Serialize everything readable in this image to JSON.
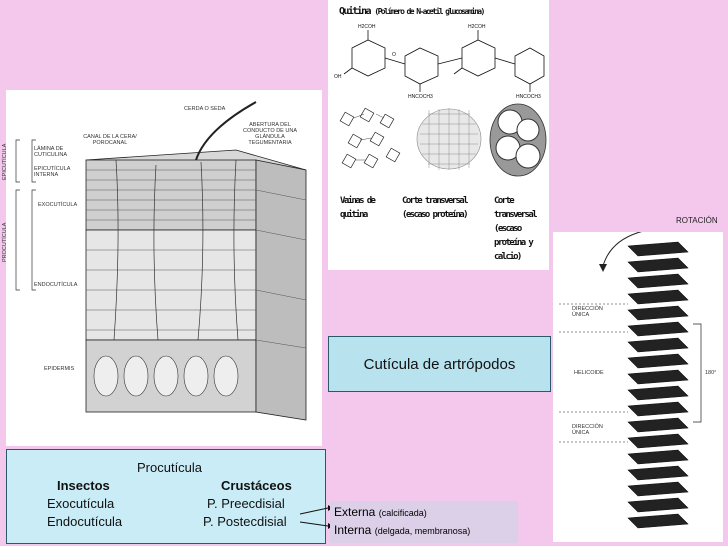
{
  "slide_title": "Cutícula de artrópodos",
  "chitin": {
    "title_main": "Quitina",
    "title_sub": "(Polímero de N-acetil glucosamina)",
    "formula_labels": [
      "H2COH",
      "HNCOCH3",
      "H2COH",
      "HNCOCH3",
      "OH",
      "O"
    ],
    "caption_left": "Vainas de quitina",
    "caption_mid": "Corte transversal (escaso proteína)",
    "caption_right": "Corte transversal (escaso proteína y calcio)"
  },
  "block_labels": {
    "cerda": "CERDA o SEDA",
    "abertura": "ABERTURA DEL CONDUCTO DE UNA GLÁNDULA TEGUMENTARIA",
    "canal": "CANAL DE LA CERA/ POROCANAL",
    "lamina": "LÁMINA DE CUTICULINA",
    "epicuticula_interna": "EPICUTÍCULA INTERNA",
    "epicuticula": "EPICUTÍCULA",
    "exocuticula": "EXOCUTÍCULA",
    "procuticula_side": "PROCUTÍCULA",
    "endocuticula": "ENDOCUTÍCULA",
    "epidermis": "EPIDERMIS"
  },
  "helix": {
    "rotacion": "ROTACIÓN",
    "direccion_unica_top": "DIRECCIÓN ÚNICA",
    "helicoide": "HELICOIDE",
    "direccion_unica_bottom": "DIRECCIÓN ÚNICA",
    "degrees": "180°"
  },
  "table": {
    "heading": "Procutícula",
    "col1_head": "Insectos",
    "col2_head": "Crustáceos",
    "rows": [
      {
        "left": "Exocutícula",
        "right": "P. Preecdisial"
      },
      {
        "left": "Endocutícula",
        "right": "P. Postecdisial"
      }
    ]
  },
  "layers": [
    {
      "name": "Externa",
      "note": "(calcificada)"
    },
    {
      "name": "Interna",
      "note": "(delgada, membranosa)"
    }
  ]
}
